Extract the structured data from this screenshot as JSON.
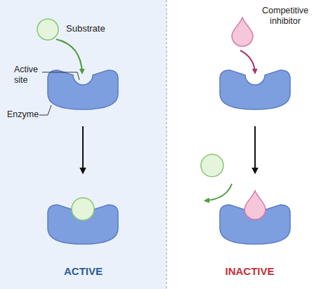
{
  "diagram": {
    "nodes": [
      {
        "text": [
          "ACTIVE"
        ]
      },
      {
        "text": [
          "Substrate"
        ],
        "in": 0
      },
      {
        "text": [
          "Competitive inhibitor"
        ]
      }
    ],
    "labels": [
      "Active site",
      "Enzyme",
      "INACTIVE"
    ]
  }
}
